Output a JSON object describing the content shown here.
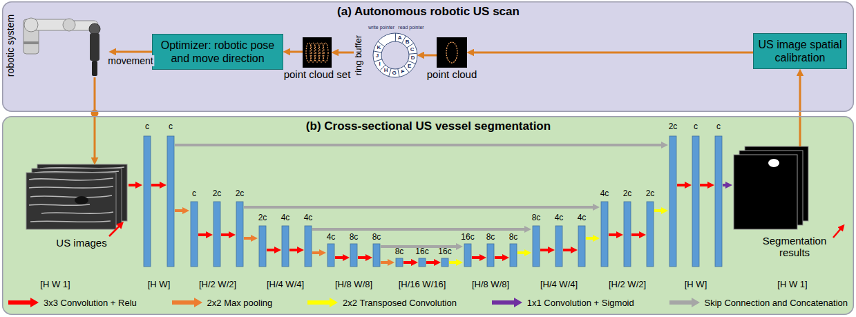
{
  "diagram": {
    "nodes": [
      {
        "text": [
          "(a) Autonomous robotic US scan"
        ]
      },
      {
        "text": [
          "(b) Cross-sectional US vessel segmentation"
        ]
      },
      {
        "text": [
          "robotic system"
        ],
        "in": 0
      },
      {
        "text": [
          "Optimizer: robotic pose and move direction"
        ],
        "in": 0
      },
      {
        "text": [
          "point cloud set"
        ],
        "in": 0
      },
      {
        "text": [
          "ring buffer"
        ],
        "in": 0
      },
      {
        "text": [
          "point cloud"
        ],
        "in": 0
      },
      {
        "text": [
          "US image spatial calibration"
        ],
        "in": 0
      },
      {
        "text": [
          "US images",
          "[H W 1]"
        ],
        "in": 1
      },
      {
        "text": [
          "Segmentation results",
          "[H W 1]"
        ],
        "in": 1
      }
    ],
    "edges": [
      {
        "from": 7,
        "to": 6,
        "arrow": "to"
      },
      {
        "from": 6,
        "to": 5,
        "arrow": "to"
      },
      {
        "from": 5,
        "to": 4,
        "arrow": "to"
      },
      {
        "from": 4,
        "to": 3,
        "arrow": "to"
      },
      {
        "from": 3,
        "to": 2,
        "label": "movement",
        "arrow": "to"
      },
      {
        "from": 2,
        "to": 8,
        "arrow": "to"
      },
      {
        "from": 9,
        "to": 7,
        "arrow": "to"
      }
    ],
    "labels": [
      "A",
      "B",
      "C",
      "D",
      "E",
      "F",
      "G",
      "H",
      "I",
      "J",
      "K",
      "write pointer",
      "read pointer",
      "c",
      "c",
      "c",
      "2c",
      "2c",
      "2c",
      "4c",
      "4c",
      "4c",
      "8c",
      "8c",
      "8c",
      "16c",
      "16c",
      "16c",
      "8c",
      "8c",
      "8c",
      "4c",
      "4c",
      "4c",
      "2c",
      "2c",
      "2c",
      "c",
      "c",
      "[H W]",
      "[H/2 W/2]",
      "[H/4 W/4]",
      "[H/8 W/8]",
      "[H/16 W/16]",
      "[H/8 W/8]",
      "[H/4 W/4]",
      "[H/2 W/2]",
      "[H W]"
    ],
    "legend": [
      {
        "text": "3x3 Convolution + Relu",
        "color": "#ff0000"
      },
      {
        "text": "2x2 Max pooling",
        "color": "#ed7d31"
      },
      {
        "text": "2x2 Transposed Convolution",
        "color": "#ffff00"
      },
      {
        "text": "1x1 Convolution + Sigmoid",
        "color": "#7030a0"
      },
      {
        "text": "Skip Connection and Concatenation",
        "color": "#a6a6a6"
      }
    ]
  }
}
